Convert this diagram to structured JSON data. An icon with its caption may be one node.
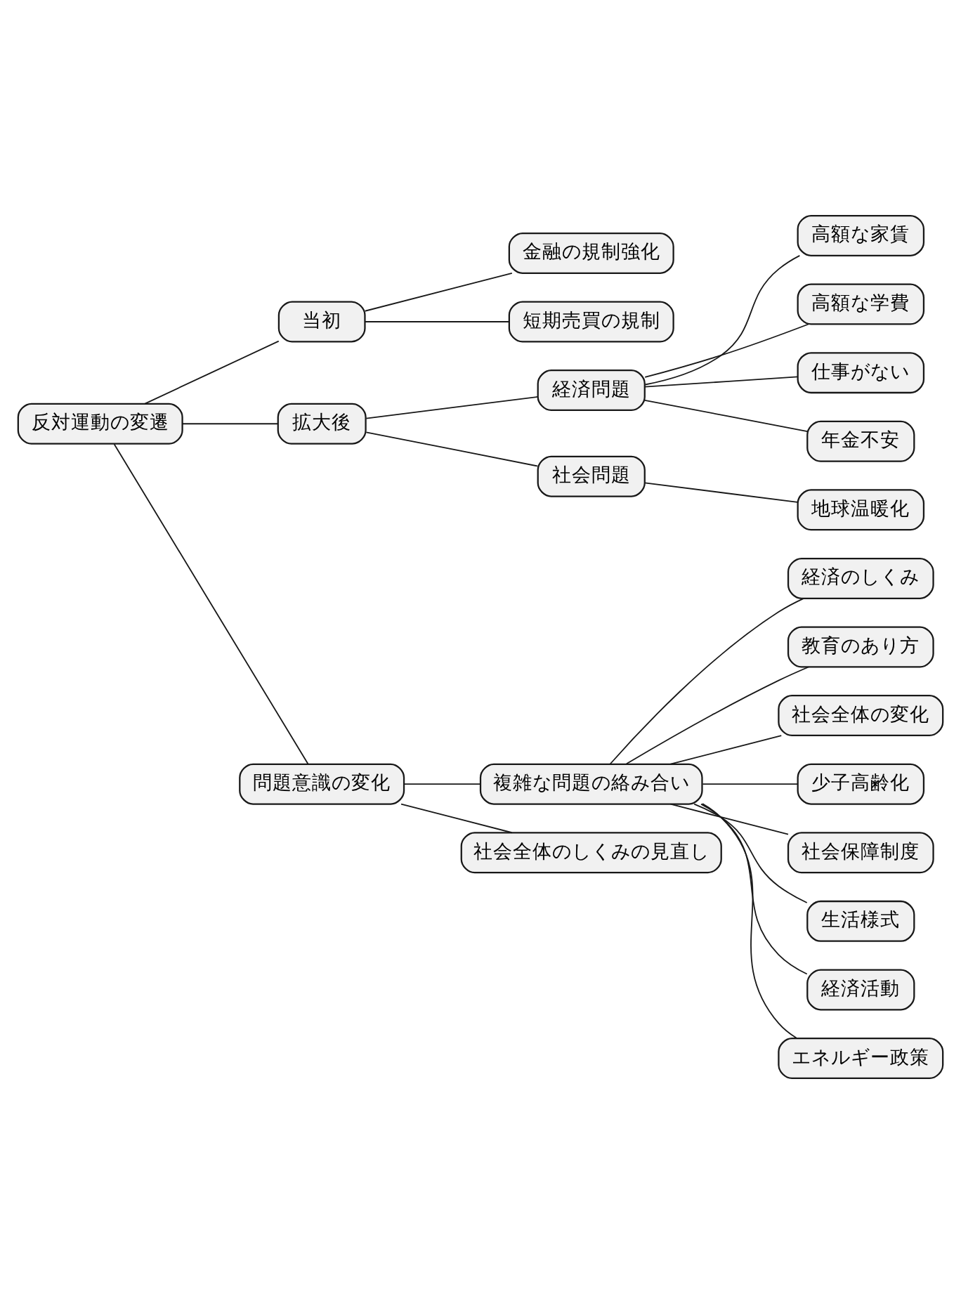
{
  "diagram": {
    "nodes": [
      {
        "text": [
          "反対運動の変遷"
        ]
      },
      {
        "text": [
          "当初"
        ]
      },
      {
        "text": [
          "金融の規制強化"
        ]
      },
      {
        "text": [
          "短期売買の規制"
        ]
      },
      {
        "text": [
          "拡大後"
        ]
      },
      {
        "text": [
          "経済問題"
        ]
      },
      {
        "text": [
          "高額な家賃"
        ]
      },
      {
        "text": [
          "高額な学費"
        ]
      },
      {
        "text": [
          "仕事がない"
        ]
      },
      {
        "text": [
          "年金不安"
        ]
      },
      {
        "text": [
          "社会問題"
        ]
      },
      {
        "text": [
          "地球温暖化"
        ]
      },
      {
        "text": [
          "問題意識の変化"
        ]
      },
      {
        "text": [
          "複雑な問題の絡み合い"
        ]
      },
      {
        "text": [
          "経済のしくみ"
        ]
      },
      {
        "text": [
          "教育のあり方"
        ]
      },
      {
        "text": [
          "社会全体の変化"
        ]
      },
      {
        "text": [
          "少子高齢化"
        ]
      },
      {
        "text": [
          "社会保障制度"
        ]
      },
      {
        "text": [
          "生活様式"
        ]
      },
      {
        "text": [
          "経済活動"
        ]
      },
      {
        "text": [
          "エネルギー政策"
        ]
      },
      {
        "text": [
          "社会全体のしくみの見直し"
        ]
      }
    ],
    "edges": [
      {
        "from": 0,
        "to": 1,
        "arrow": "none"
      },
      {
        "from": 1,
        "to": 2,
        "arrow": "none"
      },
      {
        "from": 1,
        "to": 3,
        "arrow": "none"
      },
      {
        "from": 0,
        "to": 4,
        "arrow": "none"
      },
      {
        "from": 4,
        "to": 5,
        "arrow": "none"
      },
      {
        "from": 5,
        "to": 6,
        "arrow": "none"
      },
      {
        "from": 5,
        "to": 7,
        "arrow": "none"
      },
      {
        "from": 5,
        "to": 8,
        "arrow": "none"
      },
      {
        "from": 5,
        "to": 9,
        "arrow": "none"
      },
      {
        "from": 4,
        "to": 10,
        "arrow": "none"
      },
      {
        "from": 10,
        "to": 11,
        "arrow": "none"
      },
      {
        "from": 0,
        "to": 12,
        "arrow": "none"
      },
      {
        "from": 12,
        "to": 13,
        "arrow": "none"
      },
      {
        "from": 13,
        "to": 14,
        "arrow": "none"
      },
      {
        "from": 13,
        "to": 15,
        "arrow": "none"
      },
      {
        "from": 13,
        "to": 16,
        "arrow": "none"
      },
      {
        "from": 13,
        "to": 17,
        "arrow": "none"
      },
      {
        "from": 13,
        "to": 18,
        "arrow": "none"
      },
      {
        "from": 13,
        "to": 19,
        "arrow": "none"
      },
      {
        "from": 13,
        "to": 20,
        "arrow": "none"
      },
      {
        "from": 13,
        "to": 21,
        "arrow": "none"
      },
      {
        "from": 12,
        "to": 22,
        "arrow": "none"
      }
    ]
  }
}
